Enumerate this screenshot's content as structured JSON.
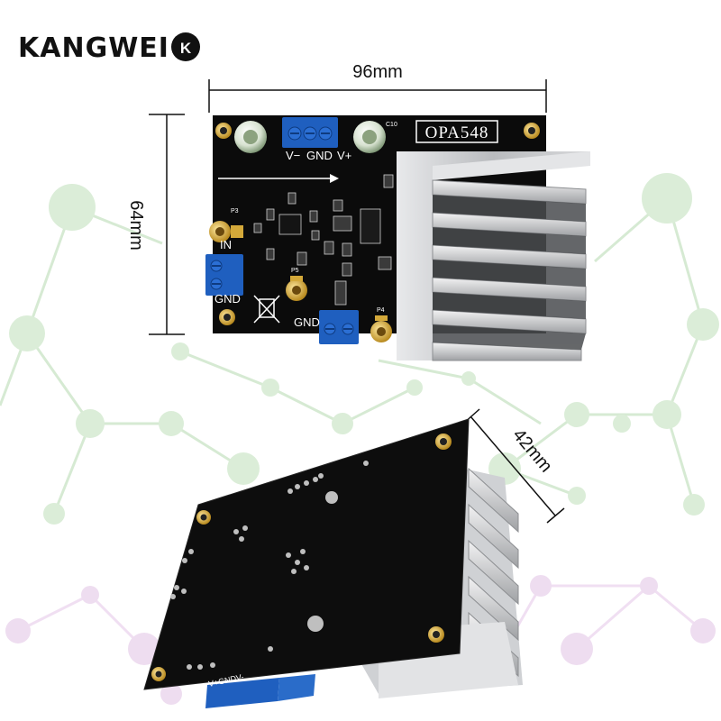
{
  "brand": {
    "logo_text": "KANGWEI",
    "logo_mark": "K"
  },
  "dimensions": {
    "width": "96mm",
    "height": "64mm",
    "depth": "42mm"
  },
  "board": {
    "chip_label": "OPA548",
    "silkscreen": {
      "v_minus": "V−",
      "gnd_power": "GND",
      "v_plus": "V+",
      "in": "IN",
      "gnd_input": "GND",
      "gnd_output": "GND",
      "p4": "P4",
      "p5": "P5",
      "p3": "P3",
      "c10": "C10",
      "back_power": "V+GNDV-"
    }
  },
  "colors": {
    "pcb": "#0d0d0d",
    "heatsink": "#c7c9cc",
    "terminal_blue": "#1f5fbf",
    "network_green": "#b9dcb6",
    "network_purple": "#e3c9e6"
  }
}
